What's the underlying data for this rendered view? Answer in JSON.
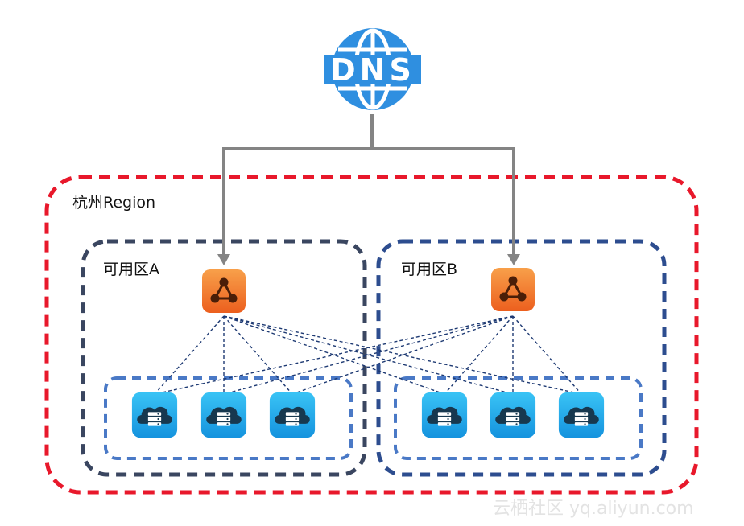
{
  "dns": {
    "label": "DNS",
    "icon": "globe-dns-icon",
    "color": "#2f8fe0"
  },
  "region": {
    "label": "杭州Region",
    "border_color": "#e8182b"
  },
  "zones": [
    {
      "label": "可用区A",
      "border_color": "#3a4660",
      "lb_icon": "load-balancer-icon",
      "servers": [
        {
          "icon": "cloud-server-icon"
        },
        {
          "icon": "cloud-server-icon"
        },
        {
          "icon": "cloud-server-icon"
        }
      ]
    },
    {
      "label": "可用区B",
      "border_color": "#2d4d8f",
      "lb_icon": "load-balancer-icon",
      "servers": [
        {
          "icon": "cloud-server-icon"
        },
        {
          "icon": "cloud-server-icon"
        },
        {
          "icon": "cloud-server-icon"
        }
      ]
    }
  ],
  "server_group_border": "#4a79c6",
  "lb_color": "#f07a2a",
  "server_color": "#1fa8ea",
  "watermark": "云栖社区 yq.aliyun.com"
}
